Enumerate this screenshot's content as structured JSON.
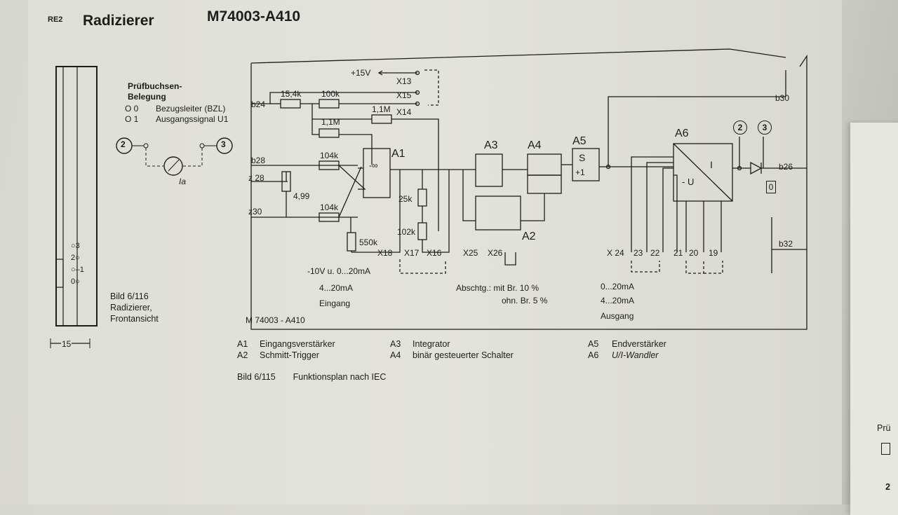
{
  "header": {
    "tag": "RE2",
    "title": "Radizierer",
    "part_number": "M74003-A410"
  },
  "test_sockets": {
    "heading_line1": "Prüfbuchsen-",
    "heading_line2": "Belegung",
    "rows": [
      {
        "symbol": "O 0",
        "text": "Bezugsleiter (BZL)"
      },
      {
        "symbol": "O 1",
        "text": "Ausgangssignal U1"
      }
    ],
    "meter_left": "2",
    "meter_right": "3",
    "meter_current": "Ia"
  },
  "front_view": {
    "caption_line1": "Bild 6/116",
    "caption_line2": "Radizierer,",
    "caption_line3": "Frontansicht",
    "width_label": "15",
    "jacks": [
      "3",
      "2",
      "1",
      "0"
    ]
  },
  "schematic": {
    "supply": "+15V",
    "terminals": [
      "X13",
      "X15",
      "X14",
      "X18",
      "X17",
      "X16",
      "X25",
      "X26",
      "X24",
      "23",
      "22",
      "21",
      "20",
      "19"
    ],
    "pins": [
      "b24",
      "b28",
      "z 28",
      "z30",
      "b30",
      "b26",
      "b32"
    ],
    "resistors": [
      "15,4k",
      "100k",
      "1,1M",
      "1,1M",
      "104k",
      "4,99",
      "104k",
      "25k",
      "102k",
      "550k"
    ],
    "blocks": [
      "A1",
      "A3",
      "A4",
      "A5",
      "A6",
      "A2"
    ],
    "block_symbols": {
      "a5": "S",
      "a5_gain": "+1",
      "a6_i": "I",
      "a6_u": "- U",
      "a1_inf": "-∞"
    },
    "input_range_1": "-10V u. 0...20mA",
    "input_range_2": "4...20mA",
    "input_label": "Eingang",
    "cutoff_1": "Abschtg.: mit Br. 10 %",
    "cutoff_2": "ohn. Br. 5 %",
    "output_range_1": "0...20mA",
    "output_range_2": "4...20mA",
    "output_label": "Ausgang",
    "frame_label": "M 74003 - A410",
    "circle_2": "2",
    "circle_3": "3",
    "box_0": "0"
  },
  "legend": {
    "col1": [
      {
        "key": "A1",
        "text": "Eingangsverstärker"
      },
      {
        "key": "A2",
        "text": "Schmitt-Trigger"
      }
    ],
    "col2": [
      {
        "key": "A3",
        "text": "Integrator"
      },
      {
        "key": "A4",
        "text": "binär gesteuerter Schalter"
      }
    ],
    "col3": [
      {
        "key": "A5",
        "text": "Endverstärker"
      },
      {
        "key": "A6",
        "text": "U/I-Wandler"
      }
    ]
  },
  "figure_caption": {
    "number": "Bild 6/115",
    "text": "Funktionsplan nach IEC"
  },
  "side_page": {
    "fragment": "Prü",
    "page_num": "2"
  }
}
